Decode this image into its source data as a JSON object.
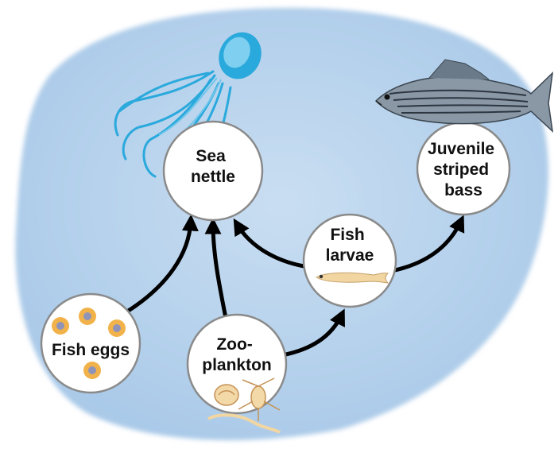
{
  "colors": {
    "background_blob": "#bcd6ee",
    "node_fill": "#ffffff",
    "node_stroke": "#8a8a8a",
    "arrow": "#000000",
    "jellyfish": "#2aa9dc",
    "egg_outer": "#f2b24a",
    "egg_inner": "#8f93b8",
    "larva": "#f1d6a2",
    "bass_body": "#8a98a6",
    "bass_stripe": "#2c3640"
  },
  "nodes": {
    "sea_nettle": {
      "line1": "Sea",
      "line2": "nettle",
      "icon": "jellyfish-icon"
    },
    "juvenile_bass": {
      "line1": "Juvenile",
      "line2": "striped",
      "line3": "bass",
      "icon": "striped-bass-icon"
    },
    "fish_larvae": {
      "line1": "Fish",
      "line2": "larvae",
      "icon": "fish-larva-icon"
    },
    "fish_eggs": {
      "line1": "Fish eggs",
      "icon": "fish-eggs-icon"
    },
    "zooplankton": {
      "line1": "Zoo-",
      "line2": "plankton",
      "icon": "zooplankton-icon"
    }
  },
  "edges": [
    {
      "from": "Fish eggs",
      "to": "Sea nettle"
    },
    {
      "from": "Zooplankton",
      "to": "Sea nettle"
    },
    {
      "from": "Fish larvae",
      "to": "Sea nettle"
    },
    {
      "from": "Zooplankton",
      "to": "Fish larvae"
    },
    {
      "from": "Fish larvae",
      "to": "Juvenile striped bass"
    }
  ]
}
